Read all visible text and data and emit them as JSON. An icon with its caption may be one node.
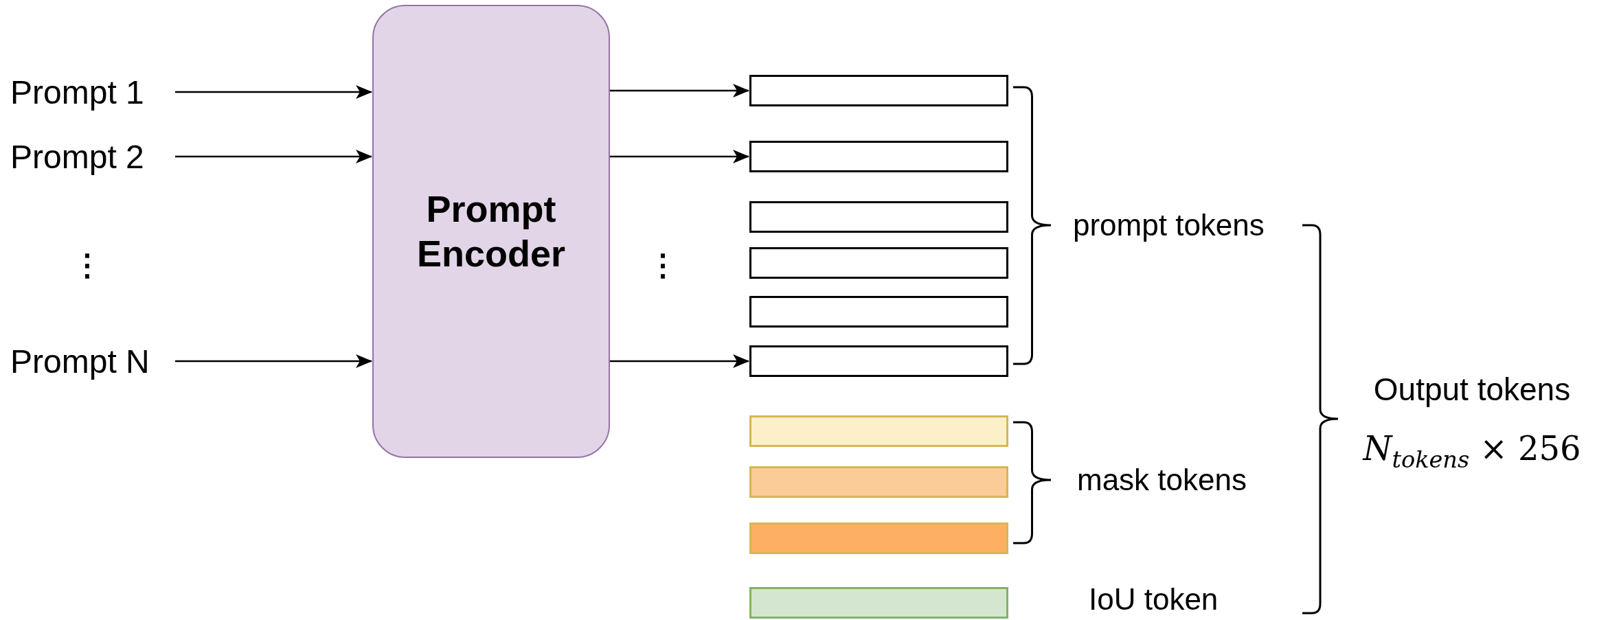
{
  "diagram": {
    "nodes": [
      {
        "text": [
          "Prompt 1"
        ]
      },
      {
        "text": [
          "Prompt 2"
        ]
      },
      {
        "text": [
          "Prompt N"
        ]
      },
      {
        "text": [
          "Prompt Encoder"
        ]
      },
      {
        "text": [],
        "shape": "box"
      },
      {
        "text": [],
        "shape": "box"
      },
      {
        "text": [],
        "shape": "box"
      },
      {
        "text": [],
        "shape": "box"
      },
      {
        "text": [],
        "shape": "box"
      },
      {
        "text": [],
        "shape": "box"
      },
      {
        "text": [],
        "shape": "box"
      },
      {
        "text": [],
        "shape": "box"
      },
      {
        "text": [],
        "shape": "box"
      },
      {
        "text": [],
        "shape": "box"
      }
    ],
    "edges": [
      {
        "from": 0,
        "to": 3,
        "arrow": "to"
      },
      {
        "from": 1,
        "to": 3,
        "arrow": "to"
      },
      {
        "from": 2,
        "to": 3,
        "arrow": "to"
      },
      {
        "from": 3,
        "to": 4,
        "arrow": "to"
      },
      {
        "from": 3,
        "to": 5,
        "arrow": "to"
      },
      {
        "from": 3,
        "to": 9,
        "arrow": "to"
      }
    ],
    "labels": [
      "⋮",
      "⋮",
      "prompt tokens",
      "mask tokens",
      "IoU token",
      "Output tokens",
      "*N*$_{tokens}$ × 256"
    ]
  }
}
